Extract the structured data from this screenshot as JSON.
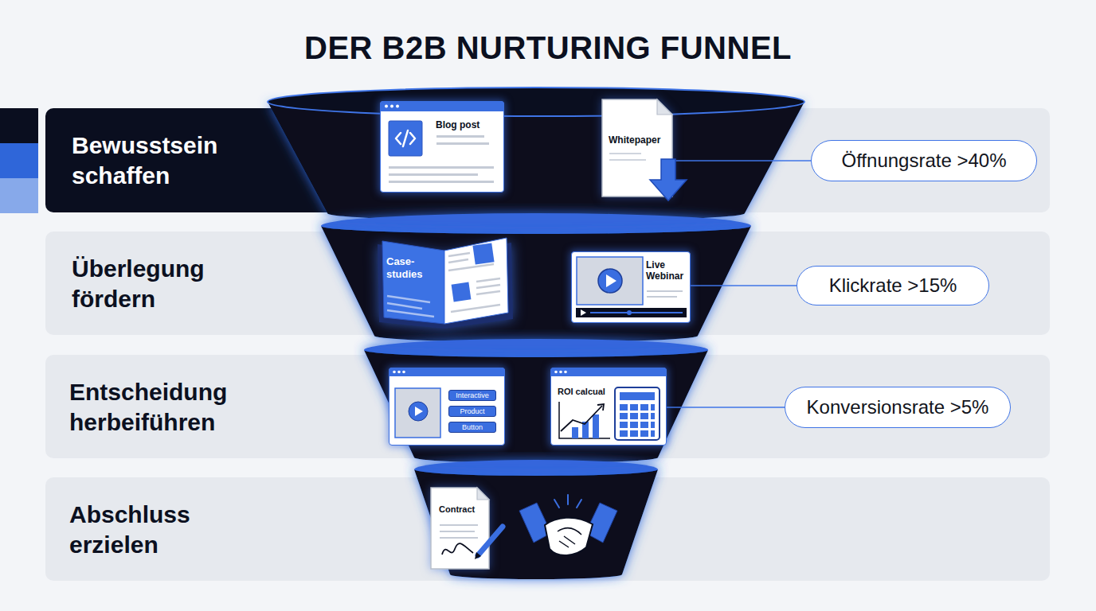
{
  "diagram": {
    "title": "DER B2B NURTURING FUNNEL",
    "nodes": [
      {
        "text": [
          "Bewusstsein schaffen"
        ]
      },
      {
        "text": [
          "Blog post"
        ],
        "in": 0
      },
      {
        "text": [
          "Whitepaper"
        ],
        "in": 0
      },
      {
        "text": [
          "Öffnungsrate >40%"
        ],
        "in": 0
      },
      {
        "text": [
          "Überlegung fördern"
        ]
      },
      {
        "text": [
          "Case-studies"
        ],
        "in": 4
      },
      {
        "text": [
          "Live Webinar"
        ],
        "in": 4
      },
      {
        "text": [
          "Klickrate >15%"
        ],
        "in": 4
      },
      {
        "text": [
          "Entscheidung herbeiführen"
        ]
      },
      {
        "text": [
          "Interactive",
          "Product",
          "Button"
        ],
        "in": 8
      },
      {
        "text": [
          "ROI calcual"
        ],
        "in": 8
      },
      {
        "text": [
          "Konversionsrate >5%"
        ],
        "in": 8
      },
      {
        "text": [
          "Abschluss erzielen"
        ]
      },
      {
        "text": [
          "Contract"
        ],
        "in": 12
      }
    ],
    "edges": [
      {
        "from": 2,
        "to": 3,
        "arrow": "none"
      },
      {
        "from": 6,
        "to": 7,
        "arrow": "none"
      },
      {
        "from": 10,
        "to": 11,
        "arrow": "none"
      }
    ]
  }
}
